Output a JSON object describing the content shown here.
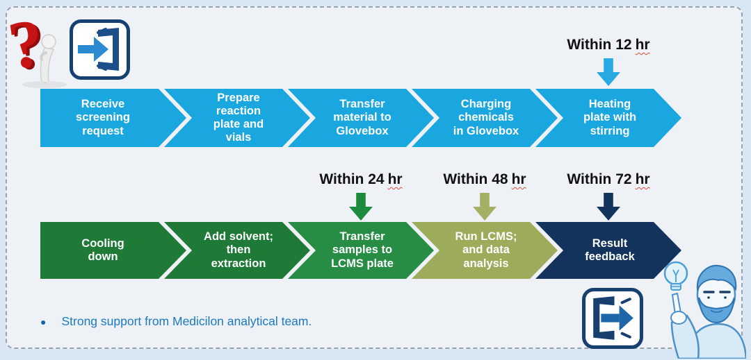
{
  "row1": {
    "steps": [
      {
        "label": "Receive\nscreening\nrequest"
      },
      {
        "label": "Prepare\nreaction\nplate and\nvials"
      },
      {
        "label": "Transfer\nmaterial to\nGlovebox"
      },
      {
        "label": "Charging\nchemicals\nin Glovebox"
      },
      {
        "label": "Heating\nplate with\nstirring"
      }
    ]
  },
  "row2": {
    "steps": [
      {
        "label": "Cooling\ndown"
      },
      {
        "label": "Add solvent;\nthen\nextraction"
      },
      {
        "label": "Transfer\nsamples to\nLCMS plate"
      },
      {
        "label": "Run LCMS;\nand data\nanalysis"
      },
      {
        "label": "Result\nfeedback"
      }
    ]
  },
  "timers": [
    {
      "text": "Within 12",
      "unit": "hr"
    },
    {
      "text": "Within 24",
      "unit": "hr"
    },
    {
      "text": "Within 48",
      "unit": "hr"
    },
    {
      "text": "Within 72",
      "unit": "hr"
    }
  ],
  "note": {
    "bullet": "●",
    "text": "Strong support from Medicilon analytical team."
  },
  "colors": {
    "row1_chevron": "#1aa7e0",
    "row2_green": "#1e7a36",
    "row2_green_light": "#278c44",
    "row2_olive": "#9dac5b",
    "row2_navy": "#14335c",
    "arrow_12hr": "#29a9e1",
    "arrow_24hr": "#1d8b3e",
    "arrow_48hr": "#a3b164",
    "arrow_72hr": "#14335c",
    "note_text": "#1b79c0",
    "panel_bg": "#eef1f6",
    "outer_bg": "#d9e7f4"
  },
  "icons": {
    "question_figure": "3d-question-mark-with-person",
    "enter": "enter-door-arrow",
    "exit": "exit-door-arrow",
    "idea_person": "man-pointing-at-lightbulb"
  }
}
